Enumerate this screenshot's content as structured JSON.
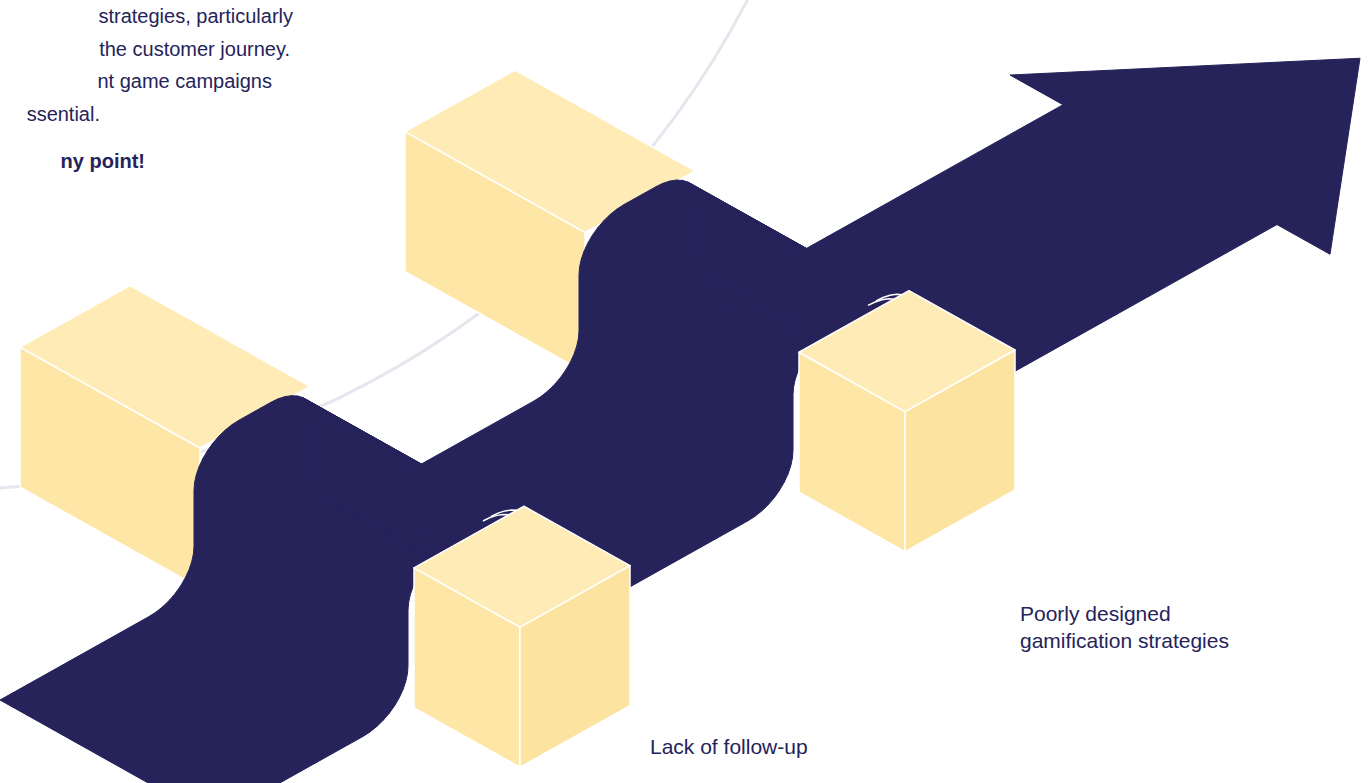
{
  "diagram": {
    "labels": [
      "strategies, particularly",
      "the customer journey.",
      "nt game campaigns",
      "ssential.",
      "ny point!",
      "Poorly designed gamification strategies",
      "Lack of follow-up"
    ]
  }
}
